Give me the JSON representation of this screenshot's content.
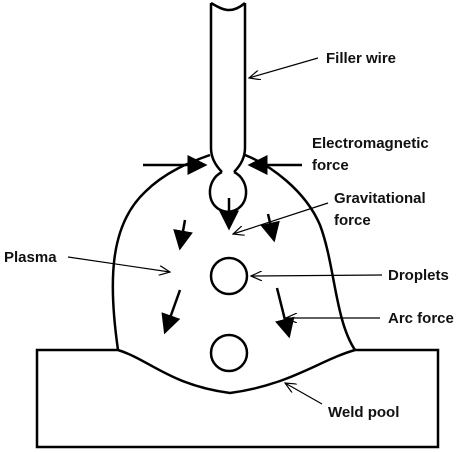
{
  "colors": {
    "stroke": "#000000",
    "background": "#ffffff",
    "text": "#111111"
  },
  "labels": {
    "filler_wire": "Filler wire",
    "electromagnetic_1": "Electromagnetic",
    "electromagnetic_2": "force",
    "gravitational_1": "Gravitational",
    "gravitational_2": "force",
    "plasma": "Plasma",
    "droplets": "Droplets",
    "arc_force": "Arc force",
    "weld_pool": "Weld pool"
  }
}
